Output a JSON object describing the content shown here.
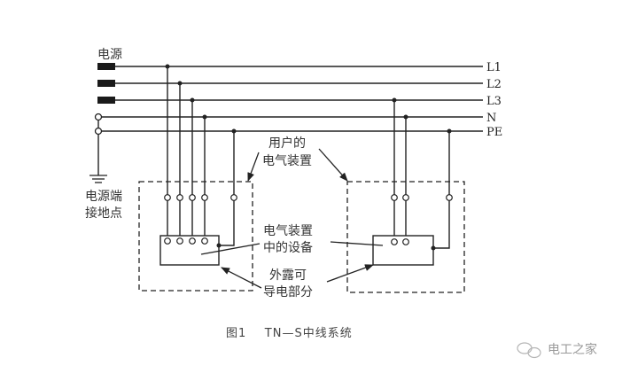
{
  "diagram": {
    "source_label": "电源",
    "source_ground_label_line1": "电源端",
    "source_ground_label_line2": "接地点",
    "conductors": [
      {
        "id": "L1",
        "label": "L1",
        "source_symbol": "fuse"
      },
      {
        "id": "L2",
        "label": "L2",
        "source_symbol": "fuse"
      },
      {
        "id": "L3",
        "label": "L3",
        "source_symbol": "fuse"
      },
      {
        "id": "N",
        "label": "N",
        "source_symbol": "terminal"
      },
      {
        "id": "PE",
        "label": "PE",
        "source_symbol": "terminal"
      }
    ],
    "installations": [
      {
        "name": "left",
        "phase_taps": [
          "L1",
          "L2",
          "L3",
          "N"
        ],
        "pe_tap": "PE"
      },
      {
        "name": "right",
        "phase_taps": [
          "L3",
          "N"
        ],
        "pe_tap": "PE"
      }
    ],
    "annotations": {
      "user_installation_line1": "用户的",
      "user_installation_line2": "电气装置",
      "equipment_line1": "电气装置",
      "equipment_line2": "中的设备",
      "exposed_part_line1": "外露可",
      "exposed_part_line2": "导电部分"
    },
    "caption": "图1    TN—S中线系统",
    "watermark": "电工之家",
    "watermark_icon": "wechat-logo-icon"
  }
}
